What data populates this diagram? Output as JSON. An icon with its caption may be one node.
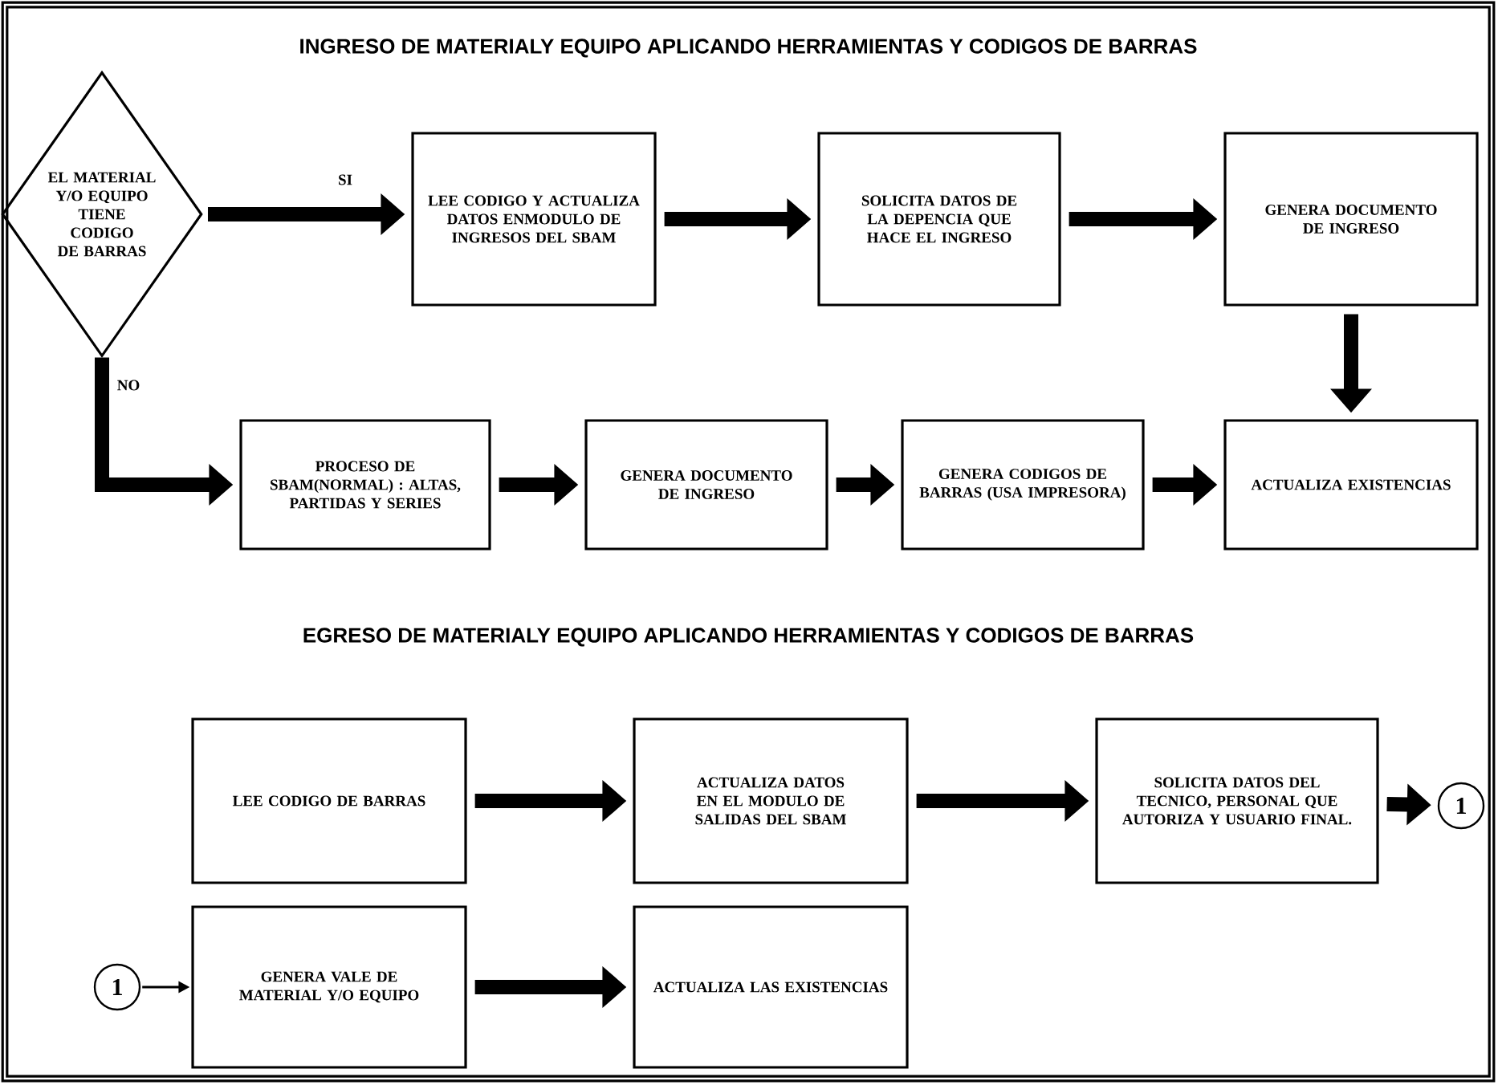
{
  "diagram": {
    "nodes": [
      {
        "text": [
          "EL MATERIAL Y/O EQUIPO TIENE CODIGO DE BARRAS"
        ]
      },
      {
        "text": [
          "LEE CODIGO Y ACTUALIZA DATOS ENMODULO DE INGRESOS DEL SBAM"
        ]
      },
      {
        "text": [
          "SOLICITA DATOS DE LA DEPENCIA QUE HACE EL INGRESO"
        ]
      },
      {
        "text": [
          "GENERA DOCUMENTO DE INGRESO"
        ]
      },
      {
        "text": [
          "PROCESO DE SBAM(NORMAL) : ALTAS, PARTIDAS Y SERIES"
        ]
      },
      {
        "text": [
          "GENERA DOCUMENTO DE INGRESO"
        ]
      },
      {
        "text": [
          "GENERA CODIGOS DE BARRAS (USA IMPRESORA)"
        ]
      },
      {
        "text": [
          "ACTUALIZA EXISTENCIAS"
        ]
      },
      {
        "text": [
          "LEE CODIGO DE BARRAS"
        ]
      },
      {
        "text": [
          "ACTUALIZA DATOS EN EL MODULO DE SALIDAS DEL SBAM"
        ]
      },
      {
        "text": [
          "SOLICITA DATOS DEL TECNICO, PERSONAL QUE AUTORIZA Y USUARIO FINAL."
        ]
      },
      {
        "text": [
          "1"
        ]
      },
      {
        "text": [
          "1"
        ]
      },
      {
        "text": [
          "GENERA VALE DE MATERIAL Y/O EQUIPO"
        ]
      },
      {
        "text": [
          "ACTUALIZA LAS EXISTENCIAS"
        ]
      }
    ],
    "edges": [
      {
        "from": 0,
        "to": 1,
        "arrow": "to",
        "label": "SI"
      },
      {
        "from": 1,
        "to": 2,
        "arrow": "to"
      },
      {
        "from": 2,
        "to": 3,
        "arrow": "to"
      },
      {
        "from": 3,
        "to": 7,
        "arrow": "to"
      },
      {
        "from": 0,
        "to": 4,
        "arrow": "to",
        "label": "NO"
      },
      {
        "from": 4,
        "to": 5,
        "arrow": "to"
      },
      {
        "from": 5,
        "to": 6,
        "arrow": "to"
      },
      {
        "from": 6,
        "to": 7,
        "arrow": "to"
      },
      {
        "from": 8,
        "to": 9,
        "arrow": "to"
      },
      {
        "from": 9,
        "to": 10,
        "arrow": "to"
      },
      {
        "from": 10,
        "to": 11,
        "arrow": "to"
      },
      {
        "from": 12,
        "to": 13,
        "arrow": "to"
      },
      {
        "from": 13,
        "to": 14,
        "arrow": "to"
      }
    ],
    "labels": [
      "INGRESO DE MATERIALY EQUIPO APLICANDO HERRAMIENTAS Y CODIGOS DE BARRAS",
      "EGRESO DE MATERIALY EQUIPO APLICANDO HERRAMIENTAS Y CODIGOS DE BARRAS"
    ]
  }
}
